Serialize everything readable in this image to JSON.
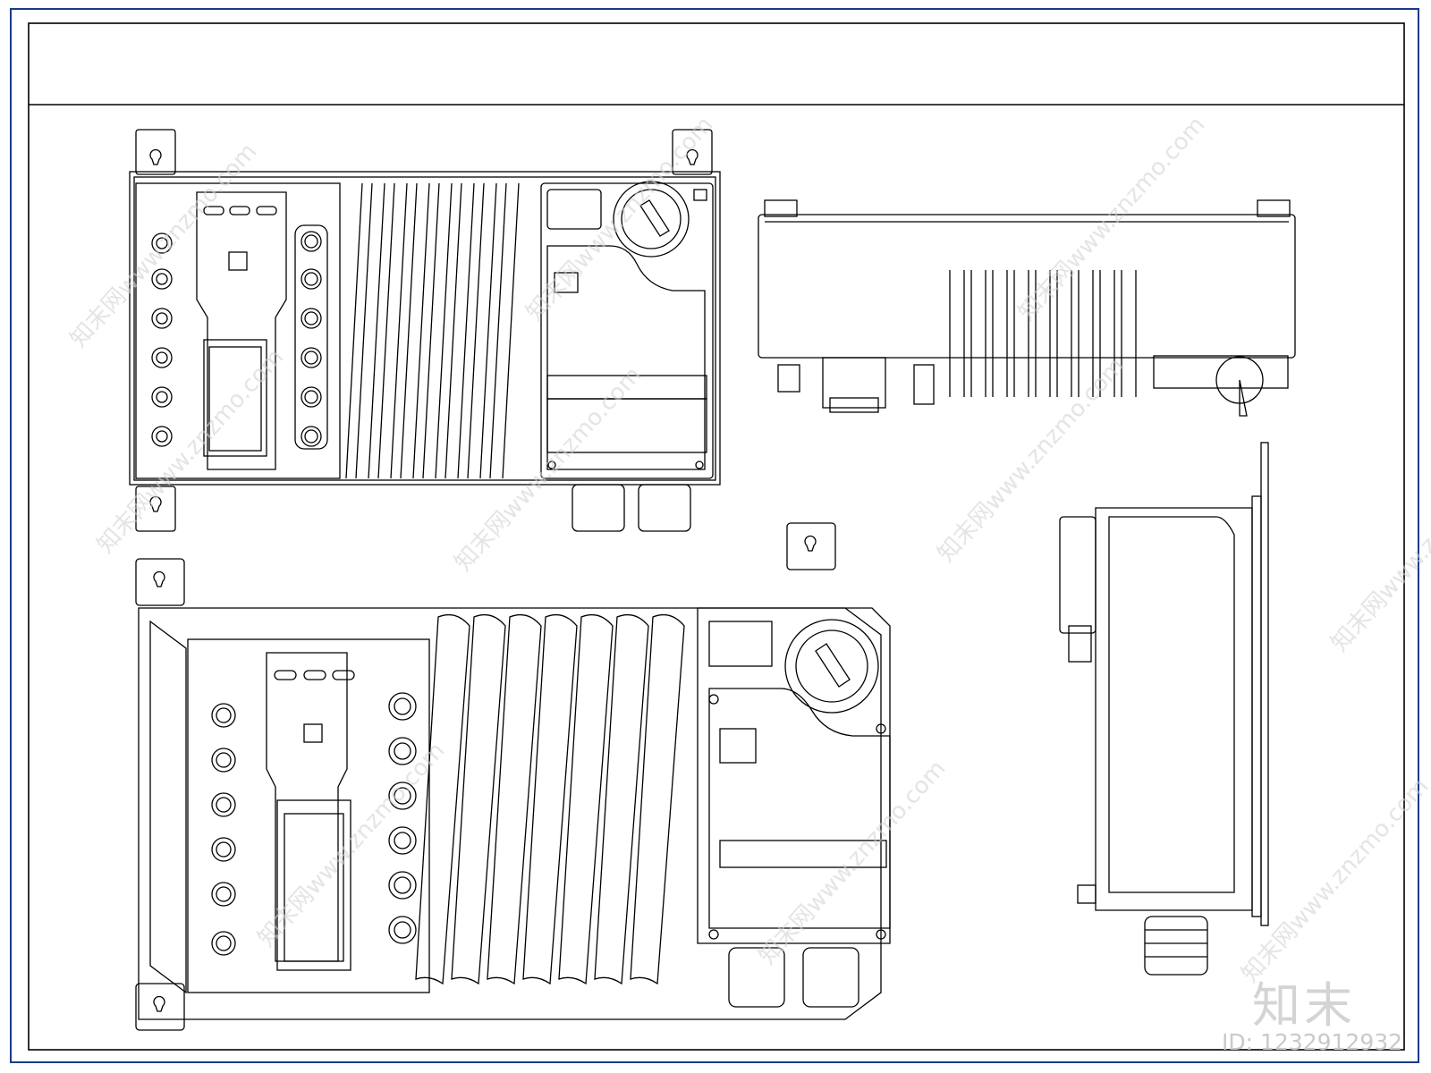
{
  "watermark": {
    "logo_text": "知末",
    "id_text": "ID: 1232912932",
    "site_text": "知末网www.znzmo.com"
  },
  "colors": {
    "line": "#000000",
    "frame": "#1a3a8a",
    "watermark": "#d2d2d2"
  }
}
